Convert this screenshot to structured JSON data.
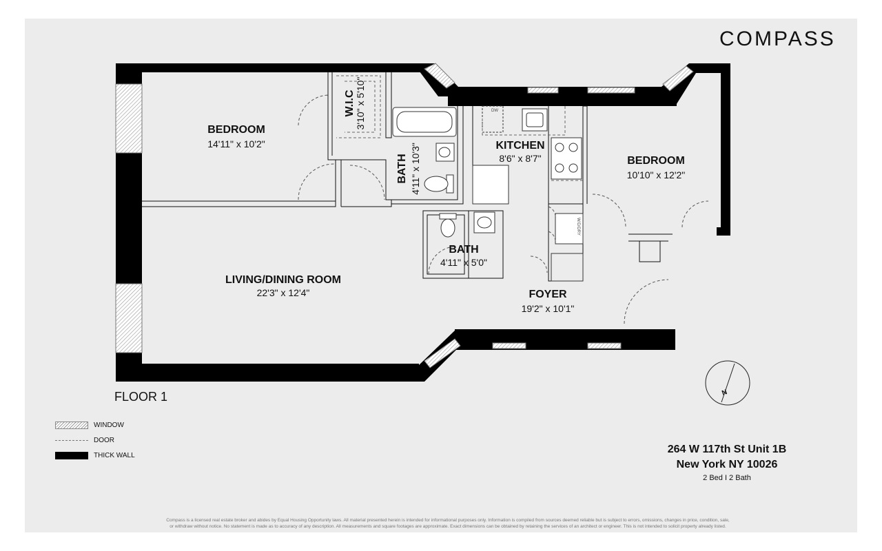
{
  "brand": {
    "logo_text": "COMPASS"
  },
  "rooms": {
    "bedroom_1": {
      "name": "BEDROOM",
      "dims": "14'11\" x 10'2\""
    },
    "wic": {
      "name": "W.I.C",
      "dims": "3'10\" x 5'10\""
    },
    "bath_1": {
      "name": "BATH",
      "dims": "4'11\" x 10'3\""
    },
    "kitchen": {
      "name": "KITCHEN",
      "dims": "8'6\" x 8'7\""
    },
    "bedroom_2": {
      "name": "BEDROOM",
      "dims": "10'10\" x 12'2\""
    },
    "bath_2": {
      "name": "BATH",
      "dims": "4'11\" x 5'0\""
    },
    "living": {
      "name": "LIVING/DINING ROOM",
      "dims": "22'3\" x 12'4\""
    },
    "foyer": {
      "name": "FOYER",
      "dims": "19'2\" x 10'1\""
    }
  },
  "fixtures": {
    "dishwasher": "DW",
    "washer_dryer": "W/D/DRY"
  },
  "floor_label": "FLOOR 1",
  "compass": {
    "north": "N"
  },
  "legend": {
    "window": "WINDOW",
    "door": "DOOR",
    "thick_wall": "THICK WALL"
  },
  "address": {
    "line1": "264 W 117th St Unit 1B",
    "line2": "New York NY 10026",
    "line3": "2 Bed I 2 Bath"
  },
  "disclaimer": {
    "line1": "Compass is a licensed real estate broker and abides by Equal Housing Opportunity laws. All material presented herein is intended for informational purposes only. Information is compiled from sources deemed reliable but is subject to errors, omissions, changes in price, condition, sale,",
    "line2": "or withdraw without notice. No statement is made as to accuracy of any description. All measurements and square footages are approximate. Exact dimensions can be obtained by retaining the services of an architect or engineer. This is not intended to solicit property already listed."
  }
}
